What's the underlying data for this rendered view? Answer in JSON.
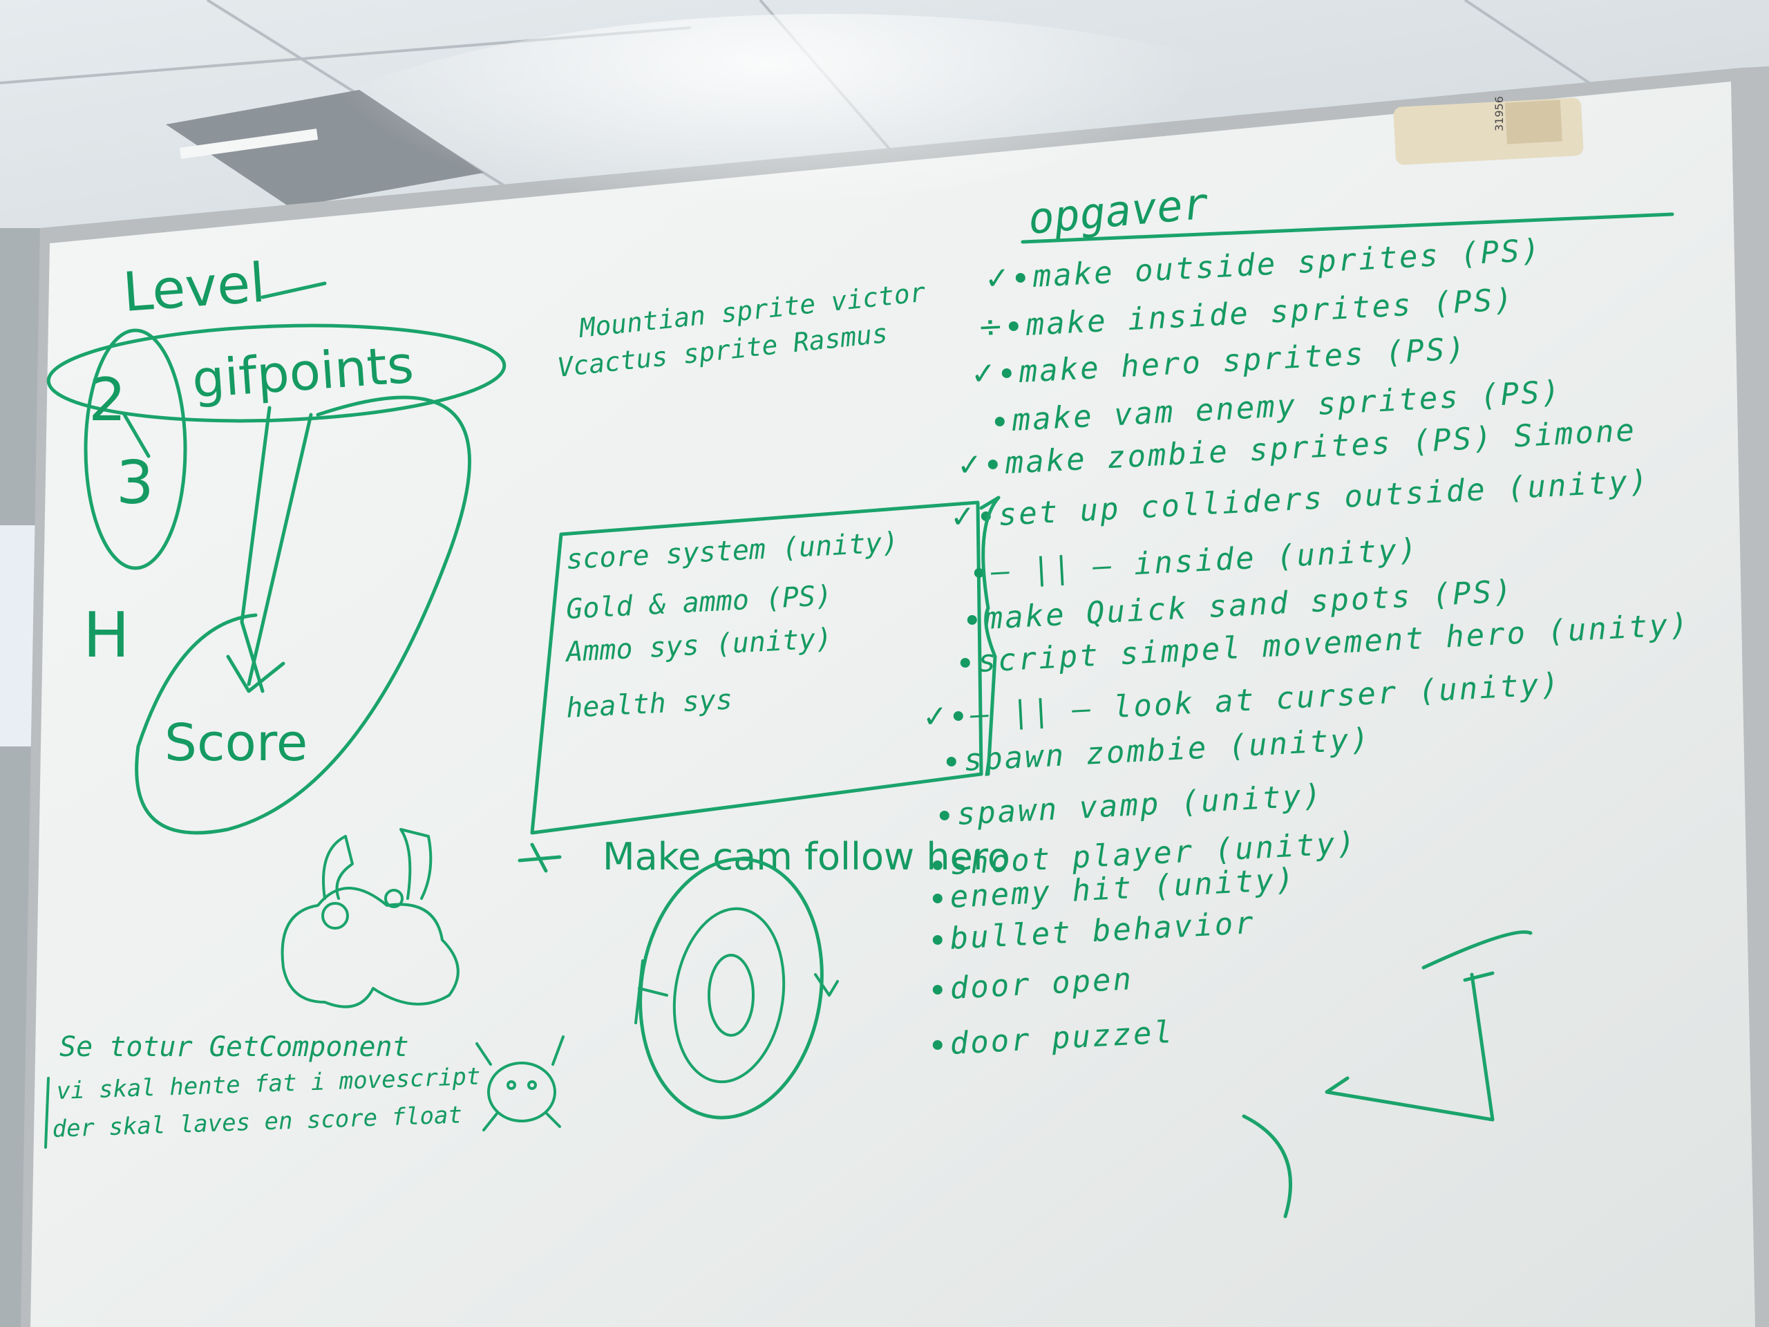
{
  "board": {
    "title": "opgaver",
    "level_title": "Level",
    "level_diagram": {
      "numbers": [
        "2",
        "3"
      ],
      "label_top": "gifpoints",
      "label_h": "H",
      "label_bottom": "Score"
    },
    "sprite_notes": [
      "Mountian sprite victor",
      "Vcactus sprite Rasmus"
    ],
    "task_list": [
      {
        "mark": "✓",
        "text": "make outside sprites (PS)"
      },
      {
        "mark": "÷",
        "text": "make inside sprites (PS)"
      },
      {
        "mark": "✓",
        "text": "make hero sprites (PS)"
      },
      {
        "mark": "",
        "text": "make vam enemy sprites (PS)"
      },
      {
        "mark": "✓",
        "text": "make zombie sprites (PS) Simone"
      },
      {
        "mark": "✓",
        "text": "set up colliders outside (unity)"
      },
      {
        "mark": "",
        "text": "— || — inside (unity)"
      },
      {
        "mark": "",
        "text": "make Quick sand spots (PS)"
      },
      {
        "mark": "",
        "text": "script simpel movement hero (unity)"
      },
      {
        "mark": "✓",
        "text": "— || — look at curser (unity)"
      },
      {
        "mark": "",
        "text": "spawn zombie (unity)"
      },
      {
        "mark": "",
        "text": "spawn vamp (unity)"
      },
      {
        "mark": "",
        "text": "shoot player (unity)"
      },
      {
        "mark": "",
        "text": "enemy hit (unity)"
      },
      {
        "mark": "",
        "text": "bullet behavior"
      },
      {
        "mark": "",
        "text": "door open"
      },
      {
        "mark": "",
        "text": "door puzzel"
      }
    ],
    "box_list": [
      "score system (unity)",
      "Gold & ammo (PS)",
      "Ammo sys (unity)",
      "health sys"
    ],
    "cam_note": "Make cam follow hero",
    "bottom_note": [
      "Se totur GetComponent",
      "vi skal hente fat i movescript",
      "der skal laves en score float"
    ],
    "eraser_label": "31956"
  },
  "colors": {
    "marker": "#1aa36b",
    "board": "#ecefee",
    "ceiling": "#dde3e6",
    "frame": "#b9bdbf"
  }
}
